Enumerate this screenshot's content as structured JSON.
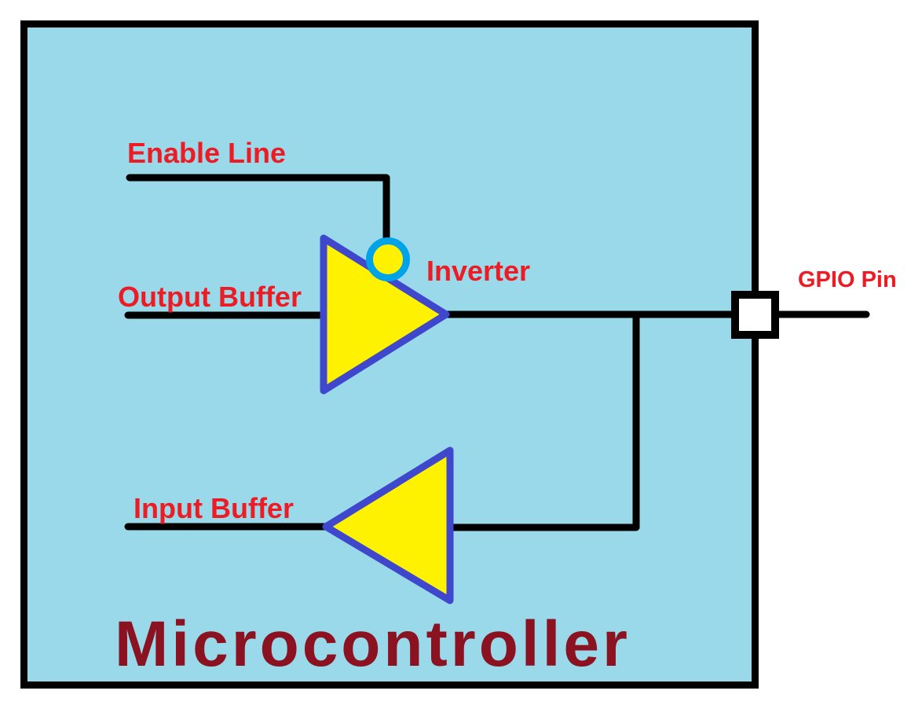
{
  "colors": {
    "canvas-bg": "#FFFFFF",
    "chip-fill": "#99D9EA",
    "chip-border": "#000000",
    "wire": "#000000",
    "buffer-fill": "#FFF200",
    "buffer-border": "#3F48CC",
    "inverter-fill": "#FFF200",
    "inverter-ring": "#00A2E8",
    "pin-fill": "#FFFFFF",
    "pin-border": "#000000",
    "label-red": "#ED1C24",
    "title-dark-red": "#8B1221"
  },
  "diagram": {
    "title": "Microcontroller",
    "labels": {
      "enable_line": "Enable Line",
      "output_buffer": "Output Buffer",
      "inverter": "Inverter",
      "input_buffer": "Input Buffer",
      "gpio_pin": "GPIO Pin"
    }
  }
}
